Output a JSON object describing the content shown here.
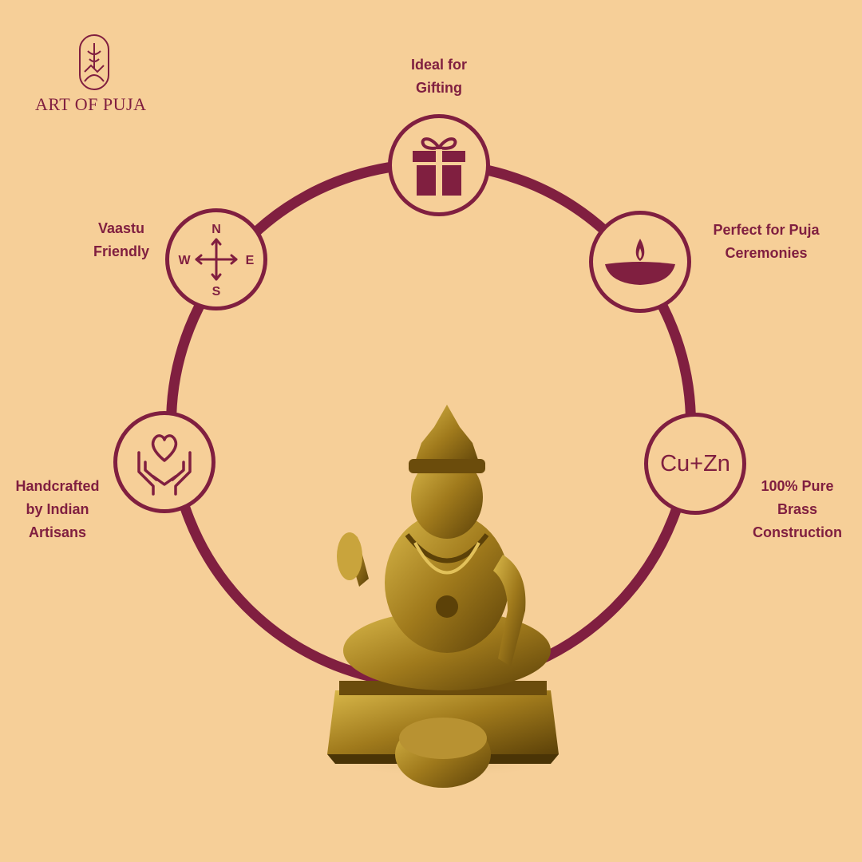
{
  "brand": {
    "name": "ART OF PUJA",
    "color": "#801f40"
  },
  "background": "#f6cf98",
  "features": [
    {
      "label": "Ideal for\nGifting",
      "icon": "gift-icon"
    },
    {
      "label": "Perfect for Puja\nCeremonies",
      "icon": "diya-lamp-icon"
    },
    {
      "label": "100% Pure\nBrass\nConstruction",
      "icon": "cu-zn-icon",
      "icon_text": "Cu+Zn"
    },
    {
      "label": "Handcrafted\nby Indian\nArtisans",
      "icon": "heart-hands-icon"
    },
    {
      "label": "Vaastu\nFriendly",
      "icon": "compass-icon",
      "compass": {
        "n": "N",
        "e": "E",
        "s": "S",
        "w": "W"
      }
    }
  ],
  "product": {
    "image": "brass-kubera-idol"
  }
}
